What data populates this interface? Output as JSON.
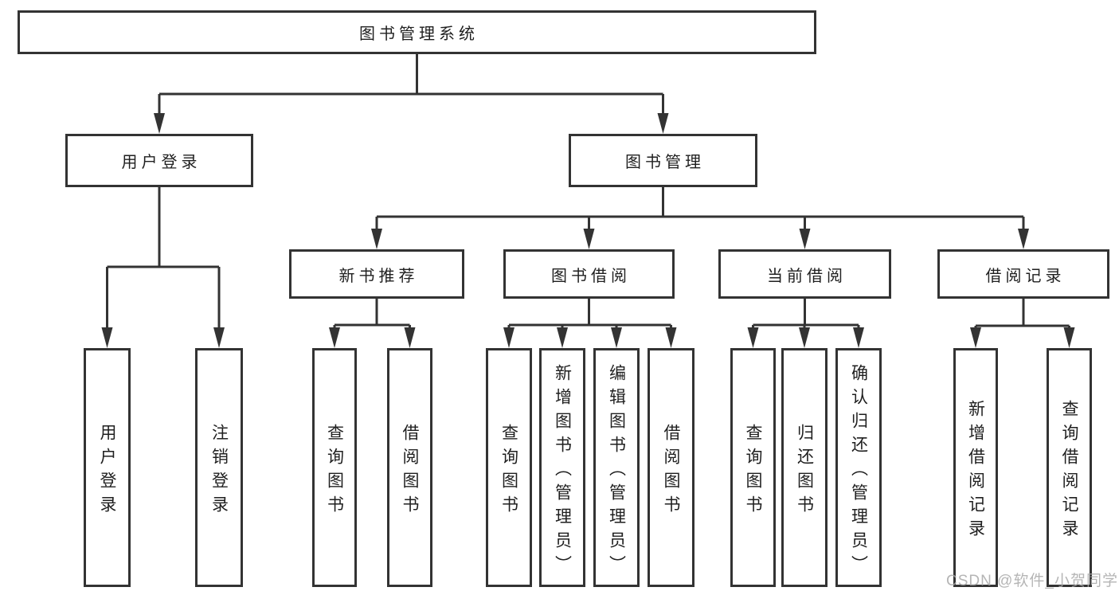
{
  "tree": {
    "root": {
      "label": "图书管理系统"
    },
    "branches": [
      {
        "label": "用户登录",
        "children": [
          {
            "label": "用户登录"
          },
          {
            "label": "注销登录"
          }
        ]
      },
      {
        "label": "图书管理",
        "children": [
          {
            "label": "新书推荐",
            "children": [
              {
                "label": "查询图书"
              },
              {
                "label": "借阅图书"
              }
            ]
          },
          {
            "label": "图书借阅",
            "children": [
              {
                "label": "查询图书"
              },
              {
                "label": "新增图书（管理员）"
              },
              {
                "label": "编辑图书（管理员）"
              },
              {
                "label": "借阅图书"
              }
            ]
          },
          {
            "label": "当前借阅",
            "children": [
              {
                "label": "查询图书"
              },
              {
                "label": "归还图书"
              },
              {
                "label": "确认归还（管理员）"
              }
            ]
          },
          {
            "label": "借阅记录",
            "children": [
              {
                "label": "新增借阅记录"
              },
              {
                "label": "查询借阅记录"
              }
            ]
          }
        ]
      }
    ]
  },
  "watermark": {
    "text": "CSDN @软件_小贺同学"
  },
  "colors": {
    "line": "#333333",
    "box_border": "#333333",
    "text": "#1f1f1f",
    "watermark": "#a8a8a8",
    "background": "#ffffff"
  }
}
